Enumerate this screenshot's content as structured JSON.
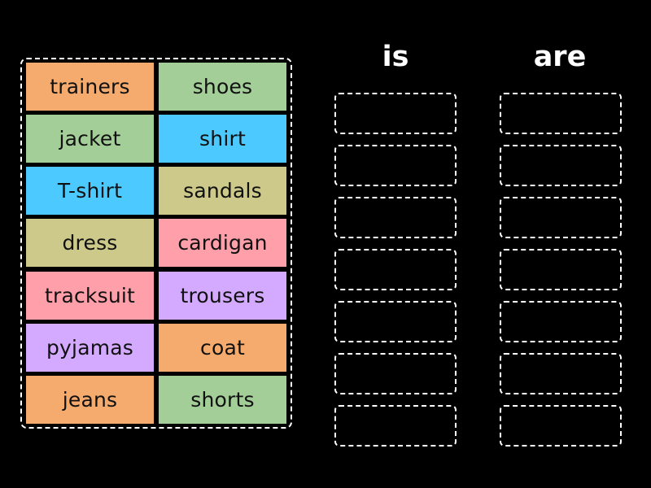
{
  "game": {
    "type": "group-sort",
    "columns": [
      {
        "label": "is",
        "slot_count": 7
      },
      {
        "label": "are",
        "slot_count": 7
      }
    ],
    "tiles": [
      {
        "label": "trainers",
        "color": "#F5AA6E"
      },
      {
        "label": "shoes",
        "color": "#A3CE98"
      },
      {
        "label": "jacket",
        "color": "#A3CE98"
      },
      {
        "label": "shirt",
        "color": "#4CC9FF"
      },
      {
        "label": "T-shirt",
        "color": "#4CC9FF"
      },
      {
        "label": "sandals",
        "color": "#CCC98A"
      },
      {
        "label": "dress",
        "color": "#CCC98A"
      },
      {
        "label": "cardigan",
        "color": "#FF9FAA"
      },
      {
        "label": "tracksuit",
        "color": "#FF9FAA"
      },
      {
        "label": "trousers",
        "color": "#D3AAFF"
      },
      {
        "label": "pyjamas",
        "color": "#D3AAFF"
      },
      {
        "label": "coat",
        "color": "#F5AA6E"
      },
      {
        "label": "jeans",
        "color": "#F5AA6E"
      },
      {
        "label": "shorts",
        "color": "#A3CE98"
      }
    ]
  },
  "colors": {
    "background": "#000000",
    "header_text": "#FFFFFF",
    "tile_text": "#111111",
    "dashed_border": "#FFFFFF"
  }
}
